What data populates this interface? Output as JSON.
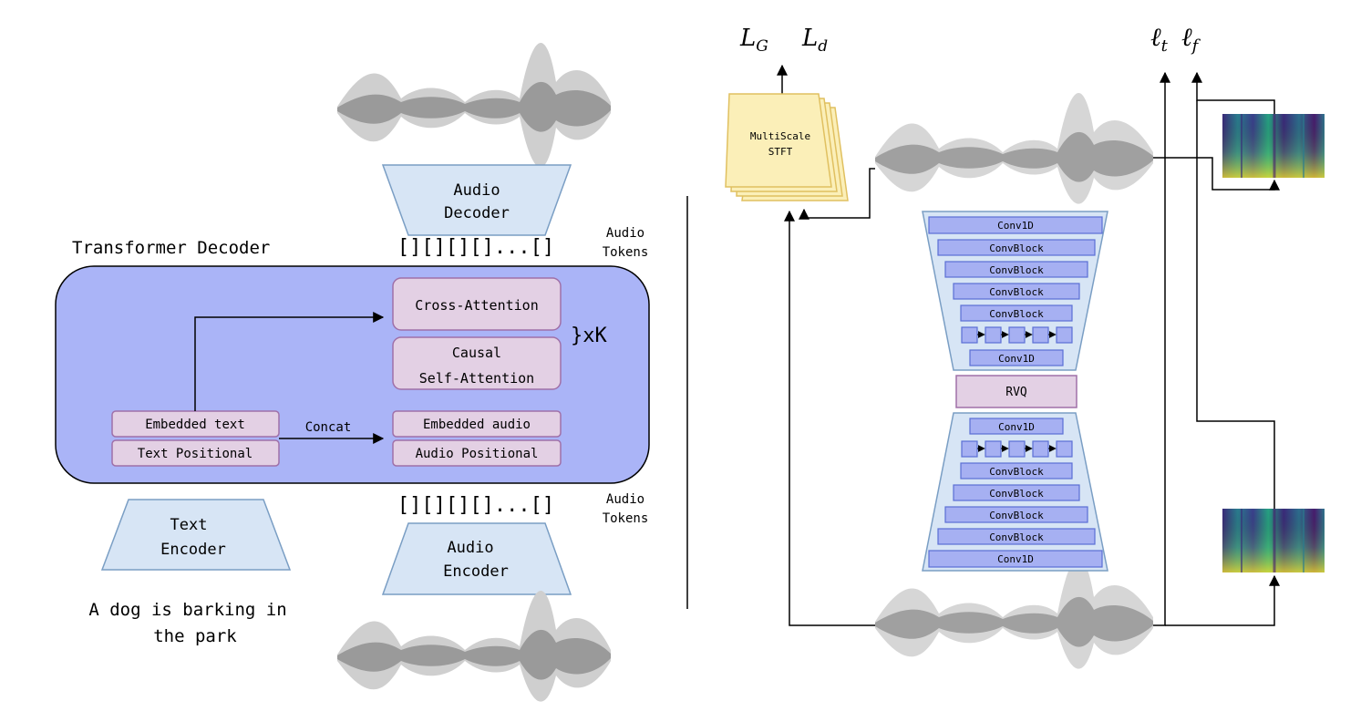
{
  "left": {
    "transformer_title": "Transformer Decoder",
    "audio_decoder": [
      "Audio",
      "Decoder"
    ],
    "audio_tokens_top": [
      "Audio",
      "Tokens"
    ],
    "tokens_top": "[][][][]...[]",
    "cross_attention": "Cross-Attention",
    "causal_self_attention": [
      "Causal",
      "Self-Attention"
    ],
    "repeat_label": "}xK",
    "embedded_text": "Embedded text",
    "text_positional": "Text Positional",
    "concat": "Concat",
    "embedded_audio": "Embedded audio",
    "audio_positional": "Audio Positional",
    "tokens_bottom": "[][][][]...[]",
    "audio_tokens_bottom": [
      "Audio",
      "Tokens"
    ],
    "text_encoder": [
      "Text",
      "Encoder"
    ],
    "audio_encoder": [
      "Audio",
      "Encoder"
    ],
    "prompt": [
      "A dog is barking in",
      "the park"
    ]
  },
  "right": {
    "loss_g": "L",
    "loss_g_sub": "G",
    "loss_d": "L",
    "loss_d_sub": "d",
    "loss_t": "ℓ",
    "loss_t_sub": "t",
    "loss_f": "ℓ",
    "loss_f_sub": "f",
    "stft": [
      "MultiScale",
      "STFT"
    ],
    "enc_conv1d_top": "Conv1D",
    "enc_convblocks": [
      "ConvBlock",
      "ConvBlock",
      "ConvBlock",
      "ConvBlock"
    ],
    "enc_conv1d_bottom": "Conv1D",
    "rvq": "RVQ",
    "dec_conv1d_top": "Conv1D",
    "dec_convblocks": [
      "ConvBlock",
      "ConvBlock",
      "ConvBlock",
      "ConvBlock"
    ],
    "dec_conv1d_bottom": "Conv1D"
  },
  "colors": {
    "transformer_bg": "#aab4f7",
    "pink_box": "#e3d0e4",
    "pink_border": "#a070a8",
    "trap_fill": "#d7e5f5",
    "trap_border": "#7a9ec4",
    "conv_fill": "#a6b0f2",
    "conv_border": "#5b6fd4",
    "stft_fill": "#fbefb8",
    "stft_border": "#e0c060"
  }
}
